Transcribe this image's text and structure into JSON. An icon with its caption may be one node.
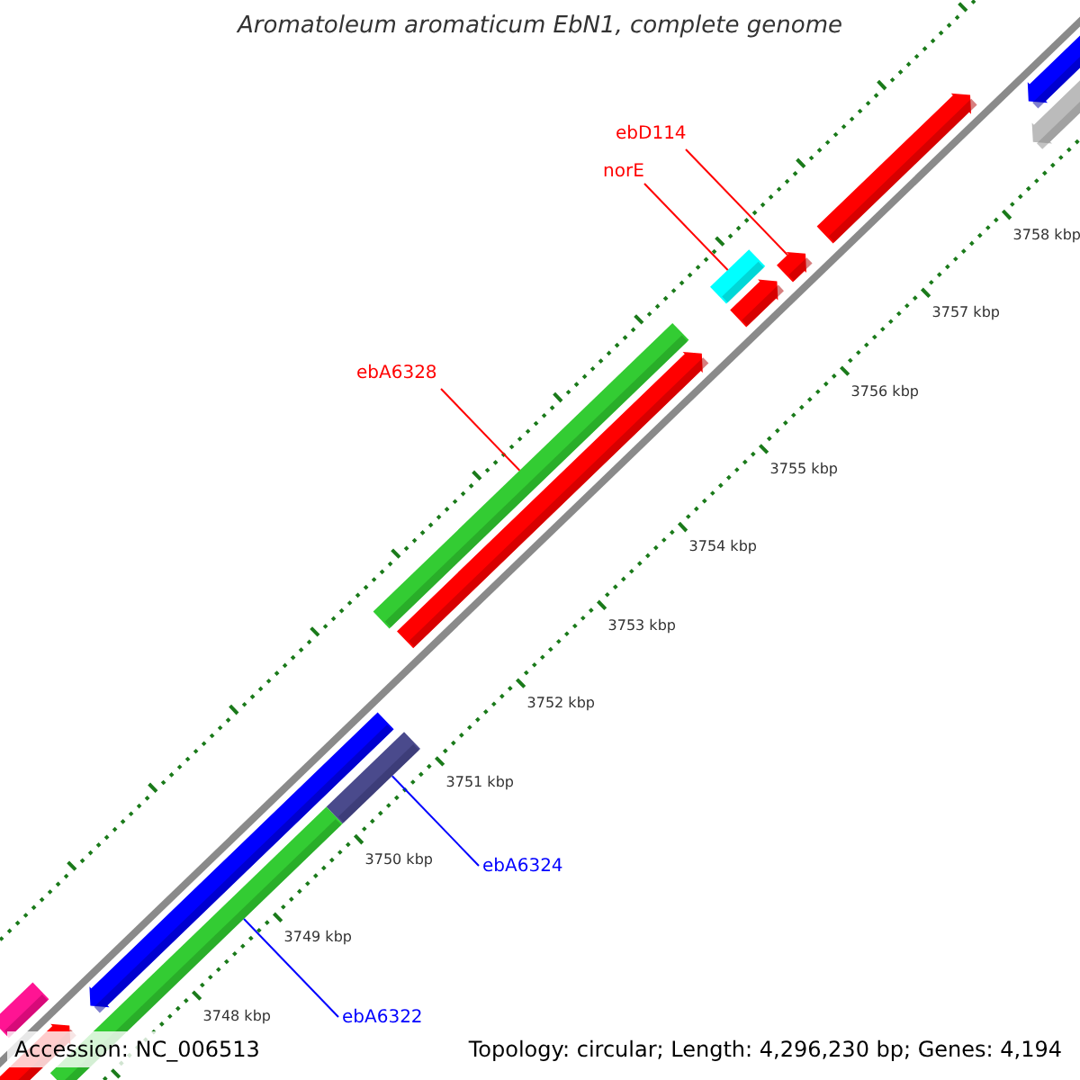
{
  "diagram": {
    "title": "Aromatoleum aromaticum EbN1, complete genome",
    "nodes": [
      {
        "text": [
          "ebD114"
        ]
      },
      {
        "text": [
          "norE"
        ]
      },
      {
        "text": [
          "ebA6328"
        ]
      },
      {
        "text": [
          "ebA6324"
        ]
      },
      {
        "text": [
          "ebA6322"
        ]
      },
      {
        "text": [],
        "shape": "arrow"
      },
      {
        "text": [],
        "shape": "arrow"
      },
      {
        "text": [],
        "shape": "arrow"
      },
      {
        "text": [],
        "shape": "arrow"
      },
      {
        "text": [],
        "shape": "bar"
      },
      {
        "text": [],
        "shape": "arrow"
      },
      {
        "text": [],
        "shape": "bar"
      },
      {
        "text": [],
        "shape": "arrow"
      },
      {
        "text": [],
        "shape": "arrow"
      },
      {
        "text": [],
        "shape": "bar"
      },
      {
        "text": [],
        "shape": "bar"
      },
      {
        "text": [],
        "shape": "bar"
      },
      {
        "text": [],
        "shape": "arrow"
      }
    ],
    "edges": [
      {
        "from": 0,
        "to": 8,
        "arrow": "none"
      },
      {
        "from": 1,
        "to": 9,
        "arrow": "none"
      },
      {
        "from": 2,
        "to": 11,
        "arrow": "none"
      },
      {
        "from": 3,
        "to": 14,
        "arrow": "none",
        "color": "#0000ff"
      },
      {
        "from": 4,
        "to": 15,
        "arrow": "none",
        "color": "#0000ff"
      }
    ],
    "labels": [
      "3758 kbp",
      "3757 kbp",
      "3756 kbp",
      "3755 kbp",
      "3754 kbp",
      "3753 kbp",
      "3752 kbp",
      "3751 kbp",
      "3750 kbp",
      "3749 kbp",
      "3748 kbp",
      "Accession: NC_006513",
      "Topology: circular; Length: 4,296,230 bp; Genes: 4,194"
    ]
  }
}
